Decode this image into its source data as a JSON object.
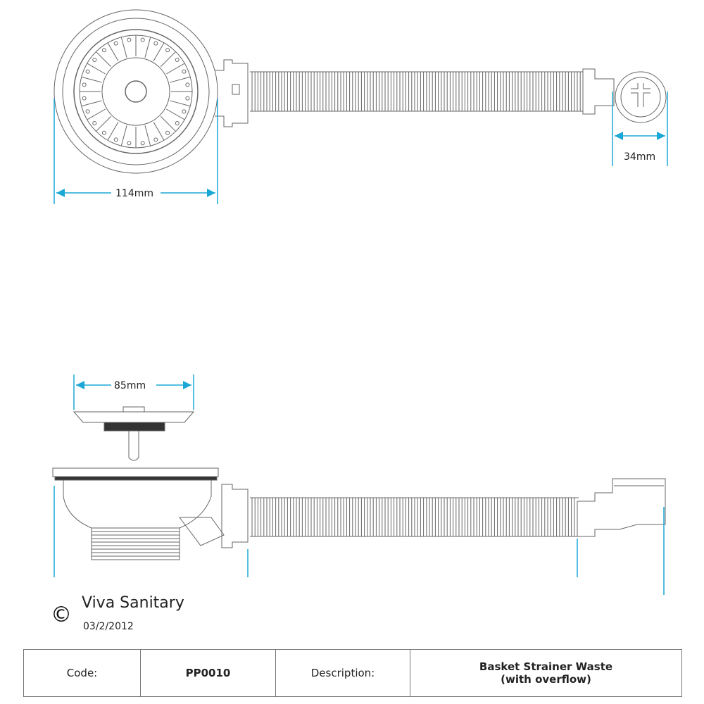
{
  "dimensions": {
    "outer_diameter": "114mm",
    "overflow_diameter": "34mm",
    "basket_diameter": "85mm"
  },
  "brand": {
    "copyright_symbol": "©",
    "name": "Viva Sanitary",
    "date": "03/2/2012"
  },
  "title_block": {
    "code_label": "Code:",
    "code_value": "PP0010",
    "description_label": "Description:",
    "description_line1": "Basket Strainer Waste",
    "description_line2": "(with overflow)"
  },
  "colors": {
    "dimension": "#1aa7d6",
    "line": "#555555"
  }
}
